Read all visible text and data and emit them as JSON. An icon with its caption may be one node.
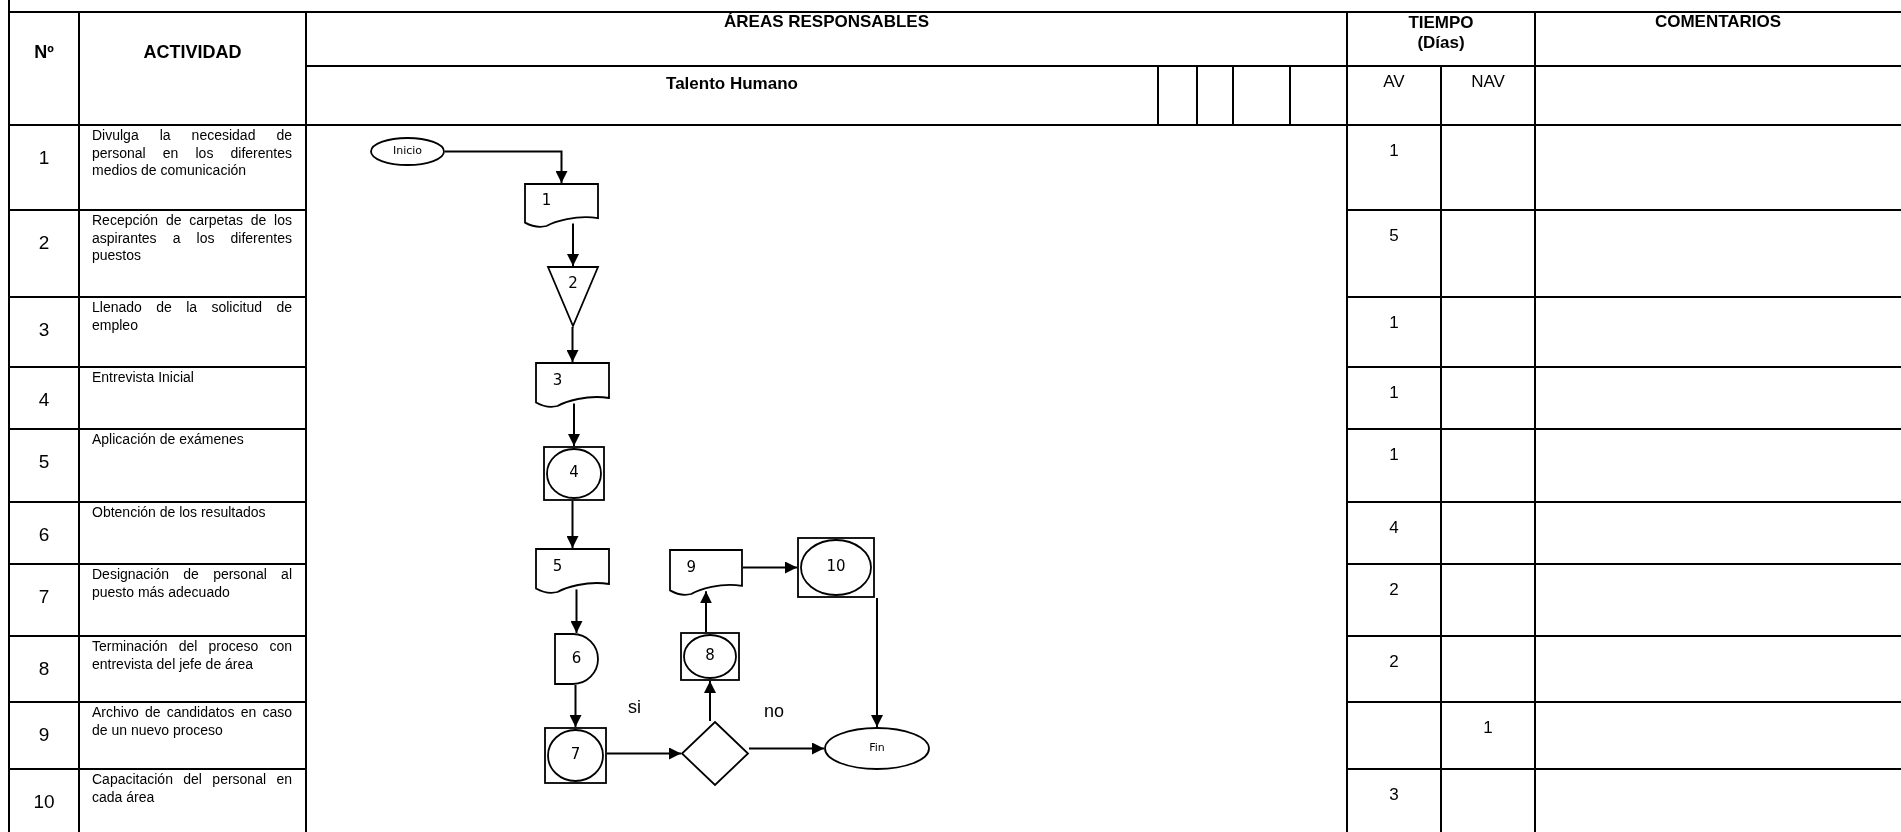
{
  "diagram": {
    "nodes": [
      {
        "text": [
          "Inicio"
        ]
      },
      {
        "text": [
          "1"
        ]
      },
      {
        "text": [
          "2"
        ]
      },
      {
        "text": [
          "3"
        ]
      },
      {
        "text": [
          "4"
        ]
      },
      {
        "text": [
          "5"
        ]
      },
      {
        "text": [
          "6"
        ]
      },
      {
        "text": [
          "7"
        ]
      },
      {
        "text": [],
        "shape": "diamond"
      },
      {
        "text": [
          "8"
        ]
      },
      {
        "text": [
          "9"
        ]
      },
      {
        "text": [
          "10"
        ]
      },
      {
        "text": [
          "Fin"
        ]
      }
    ],
    "edges": [
      {
        "from": 0,
        "to": 1,
        "arrow": "to"
      },
      {
        "from": 1,
        "to": 2,
        "arrow": "to"
      },
      {
        "from": 2,
        "to": 3,
        "arrow": "to"
      },
      {
        "from": 3,
        "to": 4,
        "arrow": "to"
      },
      {
        "from": 4,
        "to": 5,
        "arrow": "to"
      },
      {
        "from": 5,
        "to": 6,
        "arrow": "to"
      },
      {
        "from": 6,
        "to": 7,
        "arrow": "to"
      },
      {
        "from": 7,
        "to": 8,
        "arrow": "to",
        "label": "si"
      },
      {
        "from": 8,
        "to": 9,
        "arrow": "to"
      },
      {
        "from": 9,
        "to": 10,
        "arrow": "to"
      },
      {
        "from": 10,
        "to": 11,
        "arrow": "to"
      },
      {
        "from": 8,
        "to": 12,
        "arrow": "to",
        "label": "no"
      },
      {
        "from": 11,
        "to": 12,
        "arrow": "to"
      }
    ],
    "labels": [
      "Nº",
      "ACTIVIDAD",
      "ÁREAS RESPONSABLES",
      "TIEMPO (Días)",
      "COMENTARIOS",
      "Talento Humano",
      "AV",
      "NAV",
      "1",
      "Divulga la necesidad de personal en los diferentes medios de comunicación",
      "1",
      "2",
      "Recepción de carpetas de los aspirantes a los diferentes puestos",
      "5",
      "3",
      "Llenado de la solicitud de empleo",
      "1",
      "4",
      "Entrevista Inicial",
      "1",
      "5",
      "Aplicación de exámenes",
      "1",
      "6",
      "Obtención de los resultados",
      "4",
      "7",
      "Designación de personal al puesto más adecuado",
      "2",
      "8",
      "Terminación del proceso con entrevista del jefe de área",
      "2",
      "9",
      "Archivo de candidatos en caso de un nuevo proceso",
      "1",
      "10",
      "Capacitación del personal en cada área",
      "3"
    ]
  }
}
